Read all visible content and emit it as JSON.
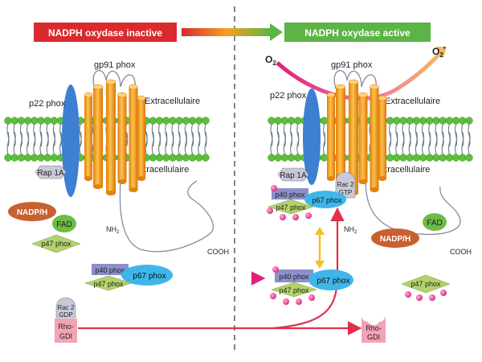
{
  "states": {
    "inactive": "NADPH oxydase inactive",
    "active": "NADPH oxydase active"
  },
  "left": {
    "gp91": "gp91 phox",
    "p22": "p22 phox",
    "extracellular": "Extracellulaire",
    "intracellular": "Intracellulaire",
    "rap1a": "Rap 1A",
    "nadph": "NADP/H",
    "fad": "FAD",
    "nh2": "NH",
    "nh2_sub": "2",
    "p47_alone": "p47 phox",
    "cooh": "COOH",
    "p40": "p40 phox",
    "p47": "p47 phox",
    "p67": "p67 phox",
    "rac2_line1": "Rac 2",
    "rac2_line2": "GDP",
    "rhogdi_line1": "Rho-",
    "rhogdi_line2": "GDI"
  },
  "right": {
    "o2": "O",
    "o2_sub": "2",
    "o2_radical": "O",
    "o2_radical_sub": "2",
    "o2_radical_sup": "•",
    "gp91": "gp91 phox",
    "p22": "p22 phox",
    "extracellular": "Extracellulaire",
    "intracellular": "Intracellulaire",
    "rap1a": "Rap 1A",
    "rac2_line1": "Rac 2",
    "rac2_line2": "GTP",
    "p40": "p40 phox",
    "p67": "p67 phox",
    "p47": "p47 phox",
    "nh2": "NH",
    "nh2_sub": "2",
    "fad": "FAD",
    "nadph": "NADP/H",
    "cooh": "COOH",
    "p40_b": "p40 phox",
    "p67_b": "p67 phox",
    "p47_b": "p47 phox",
    "p47_alone": "p47 phox",
    "rhogdi_line1": "Rho-",
    "rhogdi_line2": "GDI"
  },
  "colors": {
    "inactive_banner": "#d92a2e",
    "active_banner": "#5cb346",
    "cylinder": "#f4a11c",
    "membrane_head": "#5bbf3c",
    "p22": "#3d7fd0",
    "nadph": "#c9602f",
    "fad": "#6cbc45",
    "p47": "#b2d36b",
    "p40": "#8c8fc9",
    "p67": "#3eb6ea",
    "rac": "#c9c9d9",
    "rhogdi": "#f2a3b4",
    "phosphate": "#e0468f"
  }
}
